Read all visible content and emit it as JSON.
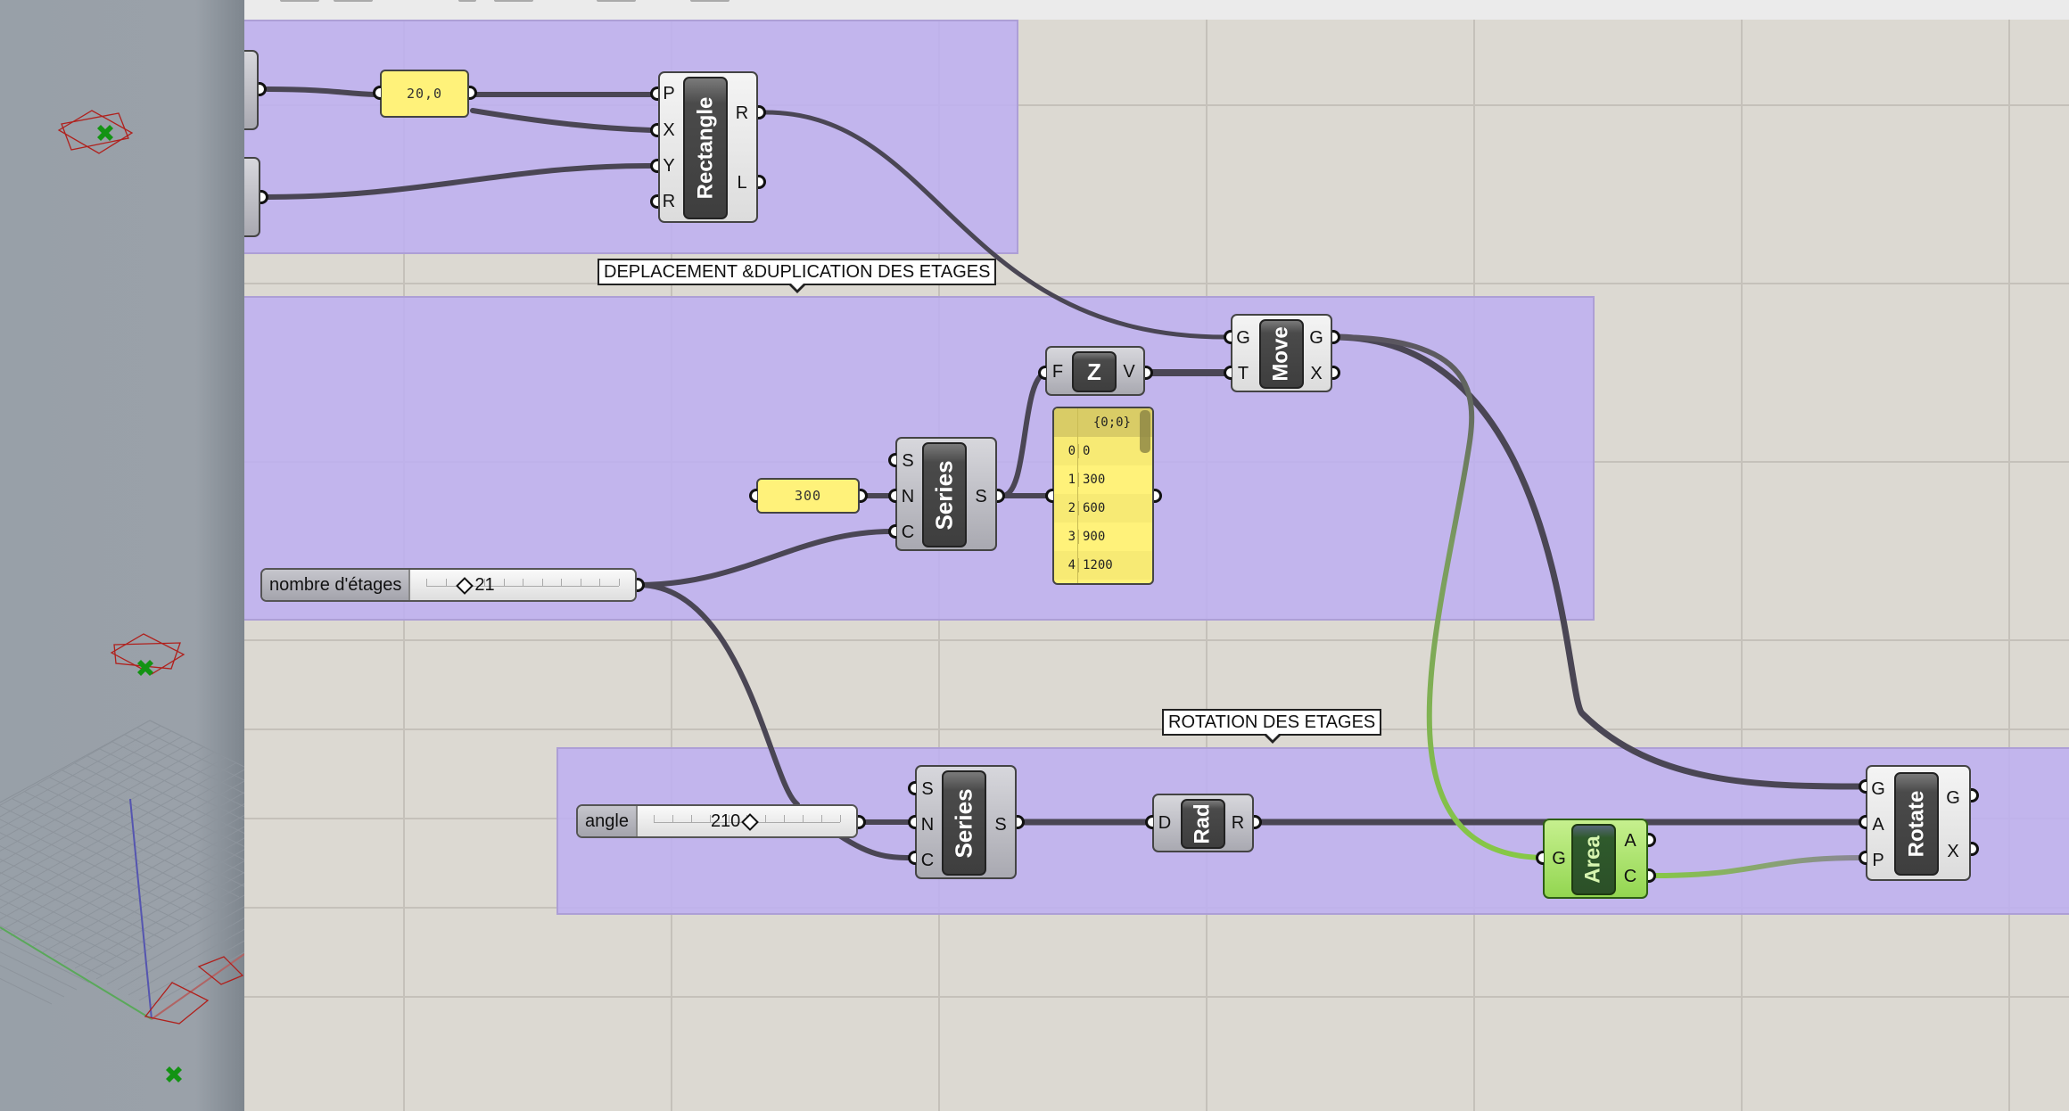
{
  "app": {
    "name": "Grasshopper canvas with Rhino viewport"
  },
  "groups": [
    {
      "id": "rect-group",
      "label": ""
    },
    {
      "id": "move-group",
      "label": "DEPLACEMENT &DUPLICATION DES ETAGES"
    },
    {
      "id": "rotate-group",
      "label": "ROTATION DES ETAGES"
    }
  ],
  "colors": {
    "group_fill": "#c4b7ec",
    "canvas_bg": "#dcd9d2",
    "panel_yellow": "#fff27a",
    "wire": "#4a4654",
    "wire_green": "#7ebf3f",
    "viewport_bg": "#9aa1a9",
    "curve_red": "#b0201c",
    "point_green": "#1a8a1a"
  },
  "components": {
    "rectangle": {
      "nickname": "Rectangle",
      "inputs": [
        "P",
        "X",
        "Y",
        "R"
      ],
      "outputs": [
        "R",
        "L"
      ]
    },
    "unit_z": {
      "nickname": "Z",
      "inputs": [
        "F"
      ],
      "outputs": [
        "V"
      ]
    },
    "move": {
      "nickname": "Move",
      "inputs": [
        "G",
        "T"
      ],
      "outputs": [
        "G",
        "X"
      ]
    },
    "series1": {
      "nickname": "Series",
      "inputs": [
        "S",
        "N",
        "C"
      ],
      "outputs": [
        "S"
      ]
    },
    "series2": {
      "nickname": "Series",
      "inputs": [
        "S",
        "N",
        "C"
      ],
      "outputs": [
        "S"
      ]
    },
    "radians": {
      "nickname": "Rad",
      "inputs": [
        "D"
      ],
      "outputs": [
        "R"
      ]
    },
    "area": {
      "nickname": "Area",
      "inputs": [
        "G"
      ],
      "outputs": [
        "A",
        "C"
      ]
    },
    "rotate": {
      "nickname": "Rotate",
      "inputs": [
        "G",
        "A",
        "P"
      ],
      "outputs": [
        "G",
        "X"
      ]
    }
  },
  "panels": {
    "domain_panel": "20,0",
    "step_panel": "300"
  },
  "sliders": {
    "floors": {
      "name": "nombre d'étages",
      "value": "21",
      "fraction": 0.25
    },
    "angle": {
      "name": "angle",
      "value": "210",
      "fraction": 0.55
    }
  },
  "list_viewer": {
    "path": "{0;0}",
    "rows": [
      {
        "index": "0",
        "value": "0"
      },
      {
        "index": "1",
        "value": "300"
      },
      {
        "index": "2",
        "value": "600"
      },
      {
        "index": "3",
        "value": "900"
      },
      {
        "index": "4",
        "value": "1200"
      }
    ]
  }
}
